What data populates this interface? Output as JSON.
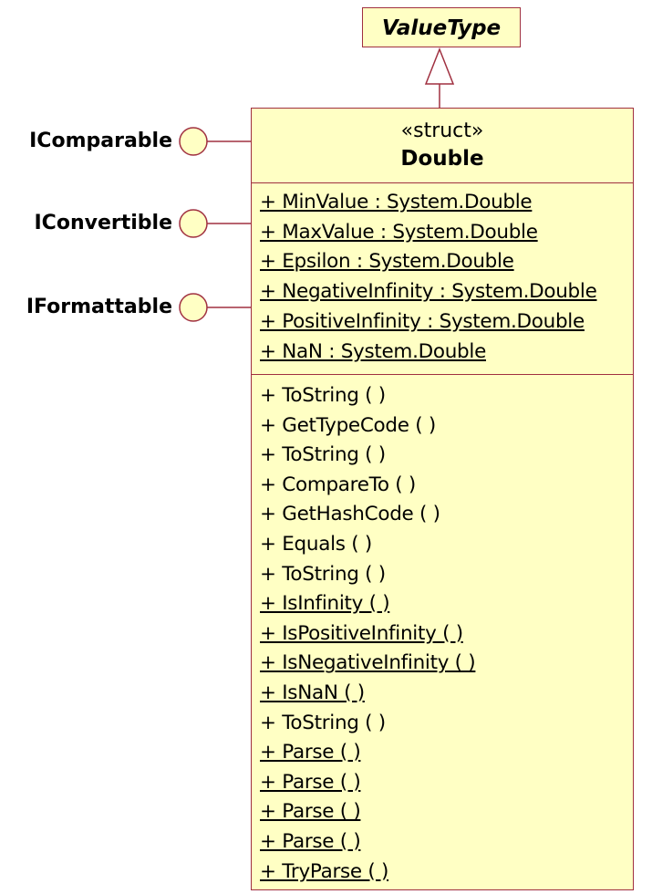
{
  "parent": {
    "name": "ValueType"
  },
  "interfaces": [
    {
      "name": "IComparable"
    },
    {
      "name": "IConvertible"
    },
    {
      "name": "IFormattable"
    }
  ],
  "class": {
    "stereotype": "«struct»",
    "name": "Double",
    "attributes": [
      {
        "text": "+ MinValue : System.Double",
        "static": true
      },
      {
        "text": "+ MaxValue : System.Double",
        "static": true
      },
      {
        "text": "+ Epsilon : System.Double",
        "static": true
      },
      {
        "text": "+ NegativeInfinity : System.Double",
        "static": true
      },
      {
        "text": "+ PositiveInfinity : System.Double",
        "static": true
      },
      {
        "text": "+ NaN : System.Double",
        "static": true
      }
    ],
    "operations": [
      {
        "text": "+ ToString (  )",
        "static": false
      },
      {
        "text": "+ GetTypeCode (  )",
        "static": false
      },
      {
        "text": "+ ToString (  )",
        "static": false
      },
      {
        "text": "+ CompareTo (  )",
        "static": false
      },
      {
        "text": "+ GetHashCode (  )",
        "static": false
      },
      {
        "text": "+ Equals (  )",
        "static": false
      },
      {
        "text": "+ ToString (  )",
        "static": false
      },
      {
        "text": "+ IsInfinity (  )",
        "static": true
      },
      {
        "text": "+ IsPositiveInfinity (  )",
        "static": true
      },
      {
        "text": "+ IsNegativeInfinity (  )",
        "static": true
      },
      {
        "text": "+ IsNaN (  )",
        "static": true
      },
      {
        "text": "+ ToString (  )",
        "static": false
      },
      {
        "text": "+ Parse (  )",
        "static": true
      },
      {
        "text": "+ Parse (  )",
        "static": true
      },
      {
        "text": "+ Parse (  )",
        "static": true
      },
      {
        "text": "+ Parse (  )",
        "static": true
      },
      {
        "text": "+ TryParse (  )",
        "static": true
      }
    ]
  },
  "colors": {
    "fill": "#ffffc4",
    "stroke": "#a03040"
  }
}
